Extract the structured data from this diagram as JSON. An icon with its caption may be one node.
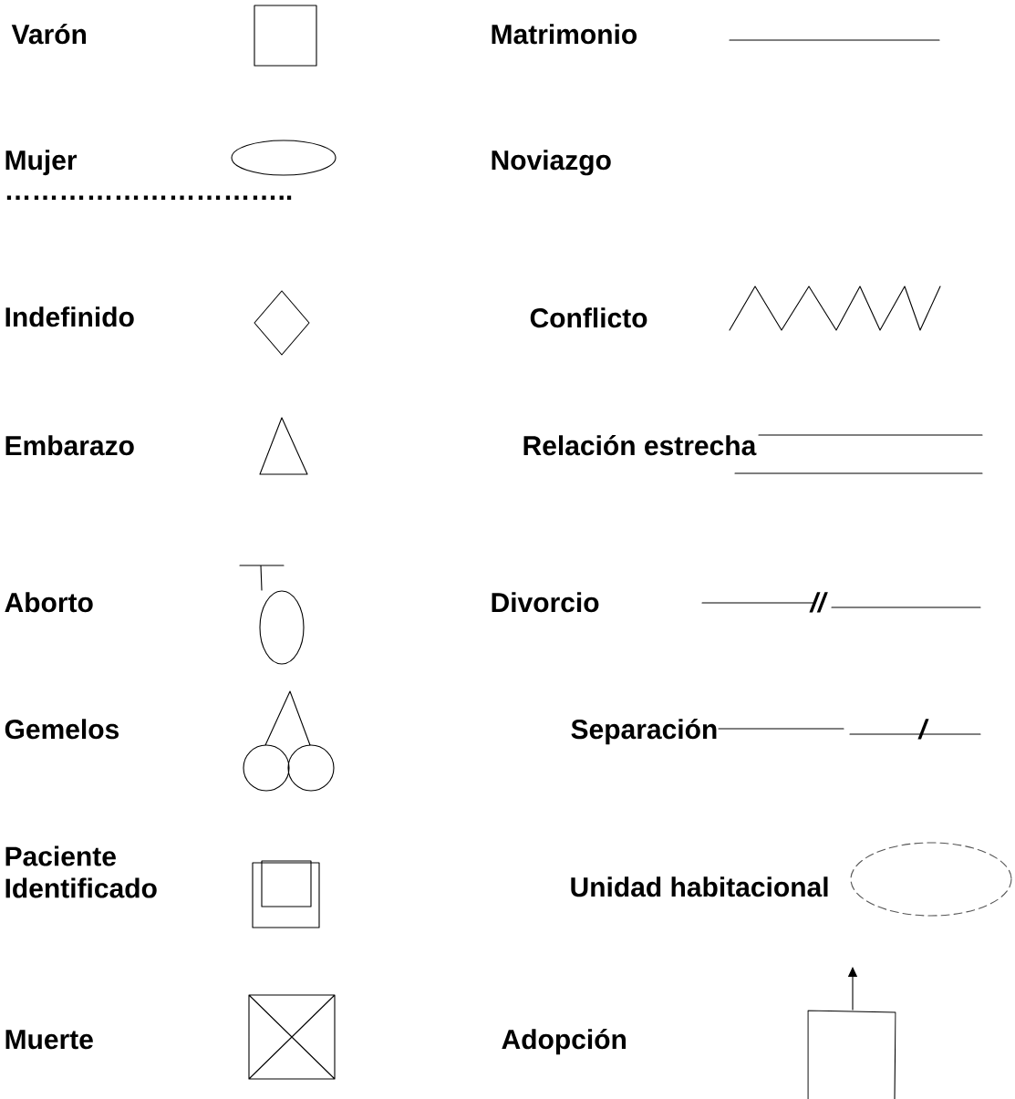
{
  "diagram": {
    "labels": [
      "Varón",
      "Matrimonio",
      "Mujer",
      "Noviazgo",
      "…………………………..",
      "Indefinido",
      "Conflicto",
      "Embarazo",
      "Relación estrecha",
      "Aborto",
      "Divorcio",
      "//",
      "Gemelos",
      "Separación",
      "/",
      "Paciente Identificado",
      "Unidad habitacional",
      "Muerte",
      "Adopción"
    ]
  }
}
